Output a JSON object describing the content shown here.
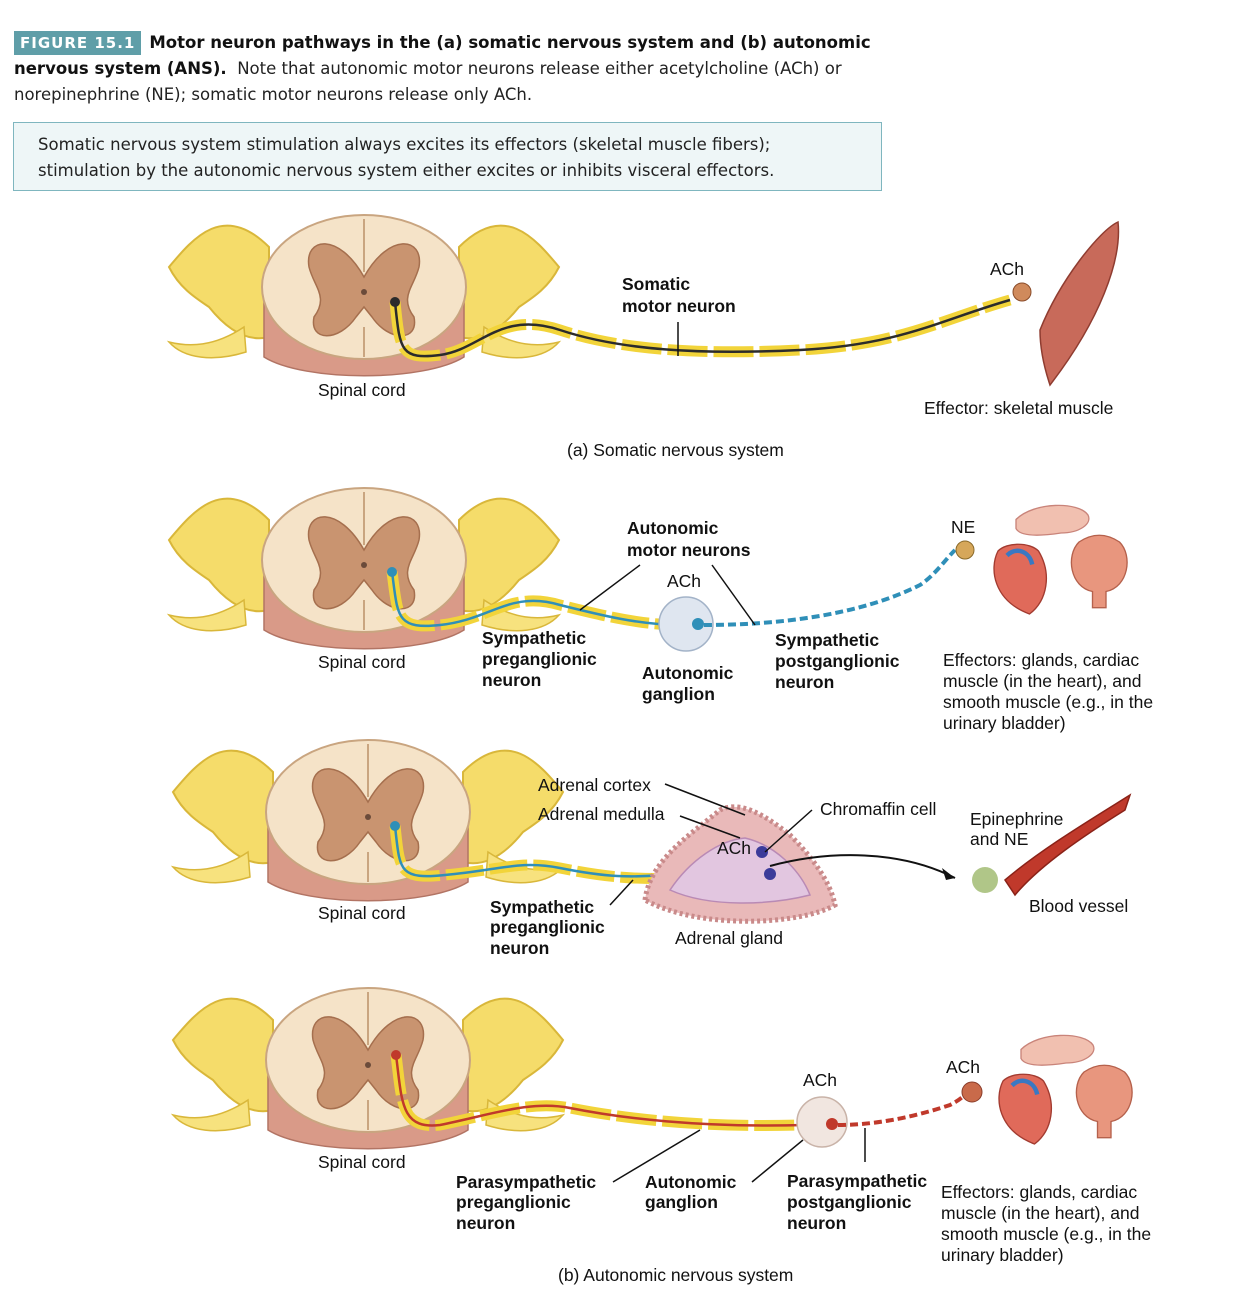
{
  "figure": {
    "tag": "FIGURE 15.1",
    "title": "Motor neuron pathways in the (a) somatic nervous system and (b) autonomic nervous system (ANS).",
    "note": "Note that autonomic motor neurons release either acetylcholine (ACh) or norepinephrine (NE); somatic motor neurons release only ACh."
  },
  "callout": "Somatic nervous system stimulation always excites its effectors (skeletal muscle fibers); stimulation by the autonomic nervous system either excites or inhibits visceral effectors.",
  "panel_a": {
    "spinal_cord": "Spinal cord",
    "neuron": [
      "Somatic",
      "motor neuron"
    ],
    "transmitter": "ACh",
    "effector": "Effector: skeletal muscle",
    "caption": "(a) Somatic nervous system"
  },
  "panel_b1": {
    "spinal_cord": "Spinal cord",
    "motor_neurons": [
      "Autonomic",
      "motor neurons"
    ],
    "ganglion_transmitter": "ACh",
    "pre": [
      "Sympathetic",
      "preganglionic",
      "neuron"
    ],
    "ganglion": [
      "Autonomic",
      "ganglion"
    ],
    "post": [
      "Sympathetic",
      "postganglionic",
      "neuron"
    ],
    "transmitter": "NE",
    "effectors": [
      "Effectors: glands, cardiac",
      "muscle (in the heart), and",
      "smooth muscle (e.g., in the",
      "urinary bladder)"
    ]
  },
  "panel_b2": {
    "spinal_cord": "Spinal cord",
    "cortex": "Adrenal cortex",
    "medulla": "Adrenal medulla",
    "chromaffin": "Chromaffin cell",
    "transmitter": "ACh",
    "pre": [
      "Sympathetic",
      "preganglionic",
      "neuron"
    ],
    "gland": "Adrenal gland",
    "hormones": [
      "Epinephrine",
      "and NE"
    ],
    "vessel": "Blood vessel"
  },
  "panel_b3": {
    "spinal_cord": "Spinal cord",
    "ganglion_transmitter": "ACh",
    "transmitter": "ACh",
    "pre": [
      "Parasympathetic",
      "preganglionic",
      "neuron"
    ],
    "ganglion": [
      "Autonomic",
      "ganglion"
    ],
    "post": [
      "Parasympathetic",
      "postganglionic",
      "neuron"
    ],
    "effectors": [
      "Effectors: glands, cardiac",
      "muscle (in the heart), and",
      "smooth muscle (e.g., in the",
      "urinary bladder)"
    ],
    "caption": "(b) Autonomic nervous system"
  },
  "colors": {
    "somatic_neuron": "#2b2b2b",
    "sympathetic_neuron": "#2f8fb8",
    "parasympathetic_neuron": "#c0392b",
    "myelin": "#f2d43a",
    "tag_bg": "#5f9ea8"
  }
}
